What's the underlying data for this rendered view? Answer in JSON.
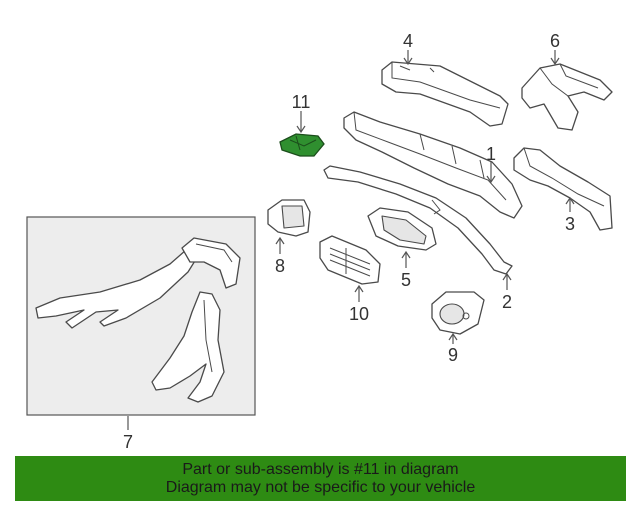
{
  "callouts": {
    "p1": "1",
    "p2": "2",
    "p3": "3",
    "p4": "4",
    "p5": "5",
    "p6": "6",
    "p7": "7",
    "p8": "8",
    "p9": "9",
    "p10": "10",
    "p11": "11"
  },
  "highlight": {
    "part_number": "11",
    "color": "#2f8f2f"
  },
  "banner": {
    "line1": "Part or sub-assembly is #11 in diagram",
    "line2": "Diagram may not be specific to your vehicle",
    "color": "#2e8b13"
  }
}
